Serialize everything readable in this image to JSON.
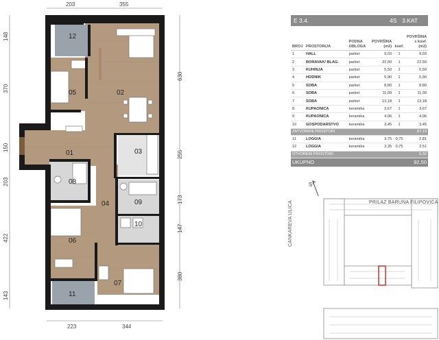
{
  "plan": {
    "dimensions_top": [
      "203",
      "355"
    ],
    "dimensions_bottom": [
      "223",
      "344"
    ],
    "dimensions_left": [
      "148",
      "370",
      "150",
      "203",
      "422",
      "143"
    ],
    "dimensions_right": [
      "630",
      "255",
      "173",
      "147",
      "380"
    ],
    "rooms": [
      "01",
      "02",
      "03",
      "04",
      "05",
      "06",
      "07",
      "08",
      "09",
      "10",
      "11",
      "12"
    ],
    "colors": {
      "wall": "#1a1a1a",
      "wood": "#b39a7f",
      "tile": "#d7d7d7",
      "loggia": "#9aa2ab",
      "shade": "#e8e8e8"
    }
  },
  "table": {
    "unit": "E 3.4.",
    "type": "4S",
    "floor": "3.KAT",
    "headers": {
      "no": "BROJ",
      "room": "PROSTORIJA",
      "floor": "PODNA OBLOGA",
      "area": "POVRŠINA (m2)",
      "coef": "koef.",
      "area_coef": "POVRŠINA s koef. (m2)"
    },
    "rows": [
      {
        "no": "1",
        "room": "HALL",
        "floor": "parket",
        "area": "9,03",
        "coef": "1",
        "area_coef": "9,03"
      },
      {
        "no": "2",
        "room": "BORAVAK/ BLAG.",
        "floor": "parket",
        "area": "22,50",
        "coef": "1",
        "area_coef": "22,50"
      },
      {
        "no": "3",
        "room": "KUHINJA",
        "floor": "parket",
        "area": "5,50",
        "coef": "1",
        "area_coef": "5,50"
      },
      {
        "no": "4",
        "room": "HODNIK",
        "floor": "parket",
        "area": "5,90",
        "coef": "1",
        "area_coef": "5,90"
      },
      {
        "no": "5",
        "room": "SOBA",
        "floor": "parket",
        "area": "8,80",
        "coef": "1",
        "area_coef": "8,80"
      },
      {
        "no": "6",
        "room": "SOBA",
        "floor": "parket",
        "area": "11,09",
        "coef": "1",
        "area_coef": "11,09"
      },
      {
        "no": "7",
        "room": "SOBA",
        "floor": "parket",
        "area": "13,18",
        "coef": "1",
        "area_coef": "13,18"
      },
      {
        "no": "8",
        "room": "KUPAONICA",
        "floor": "keramika",
        "area": "3,67",
        "coef": "1",
        "area_coef": "3,67"
      },
      {
        "no": "9",
        "room": "KUPAONICA",
        "floor": "keramika",
        "area": "4,06",
        "coef": "1",
        "area_coef": "4,06"
      },
      {
        "no": "10",
        "room": "GOSPODARSTVO",
        "floor": "keramika",
        "area": "3,45",
        "coef": "1",
        "area_coef": "3,45"
      }
    ],
    "closed_label": "ZATVORENI PROSTORI",
    "closed_total": "87,19",
    "rows_open": [
      {
        "no": "11",
        "room": "LOGGIA",
        "floor": "keramika",
        "area": "3,75",
        "coef": "0,75",
        "area_coef": "2,81"
      },
      {
        "no": "12",
        "room": "LOGGIA",
        "floor": "keramika",
        "area": "3,35",
        "coef": "0,75",
        "area_coef": "2,51"
      }
    ],
    "open_label": "OTVORENI PROSTORI",
    "open_total": "5,32",
    "total_label": "UKUPNO",
    "total": "92,50"
  },
  "site": {
    "north": "S",
    "street_top": "PRILAZ BARUNA FILIPOVIĆA",
    "street_left": "CANKAREVA ULICA",
    "highlight_color": "#c0392b"
  }
}
